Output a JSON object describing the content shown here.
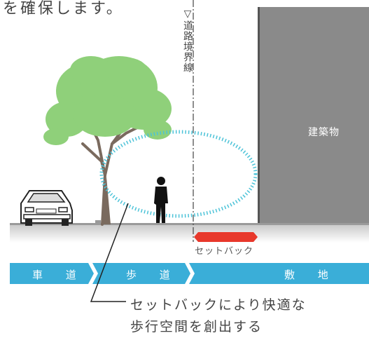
{
  "intro_text": "を確保します。",
  "boundary_label": "▽道路境界線",
  "building_label": "建築物",
  "setback_label": "セットバック",
  "zones": [
    {
      "label": "車 道"
    },
    {
      "label": "歩 道"
    },
    {
      "label": "敷 地"
    }
  ],
  "caption": {
    "line1": "セットバックにより快適な",
    "line2": "歩行空間を創出する"
  },
  "colors": {
    "building": "#8a8a8a",
    "tree": "#8fd07a",
    "trunk": "#7a6a5e",
    "band": "#3aaed8",
    "setback_arrow": "#e8382b",
    "ellipse": "#4cc3d8"
  }
}
